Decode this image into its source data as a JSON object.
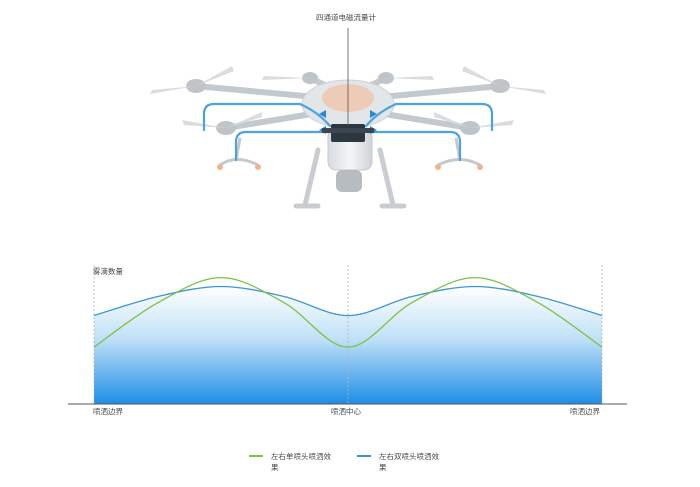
{
  "drone": {
    "callout_label": "四通道电磁流量计"
  },
  "chart_data": {
    "type": "line",
    "ylabel": "雾滴数量",
    "x_tick_labels": [
      "喷洒边界",
      "喷洒中心",
      "喷洒边界"
    ],
    "series": [
      {
        "name": "左右单喷头喷洒效果",
        "color": "#7dc142",
        "x": [
          0,
          0.125,
          0.25,
          0.375,
          0.5,
          0.625,
          0.75,
          0.875,
          1
        ],
        "values": [
          0.45,
          0.8,
          1.0,
          0.8,
          0.45,
          0.8,
          1.0,
          0.8,
          0.45
        ]
      },
      {
        "name": "左右双喷头喷洒效果",
        "color": "#3b97d3",
        "x": [
          0,
          0.125,
          0.25,
          0.375,
          0.5,
          0.625,
          0.75,
          0.875,
          1
        ],
        "values": [
          0.7,
          0.85,
          0.93,
          0.85,
          0.7,
          0.85,
          0.93,
          0.85,
          0.7
        ]
      }
    ],
    "ylim": [
      0,
      1.1
    ],
    "grid": false,
    "legend_position": "bottom"
  },
  "legend": {
    "single": "左右单喷头喷洒效果",
    "double": "左右双喷头喷洒效果",
    "single_color": "#7dc142",
    "double_color": "#3b97d3"
  }
}
